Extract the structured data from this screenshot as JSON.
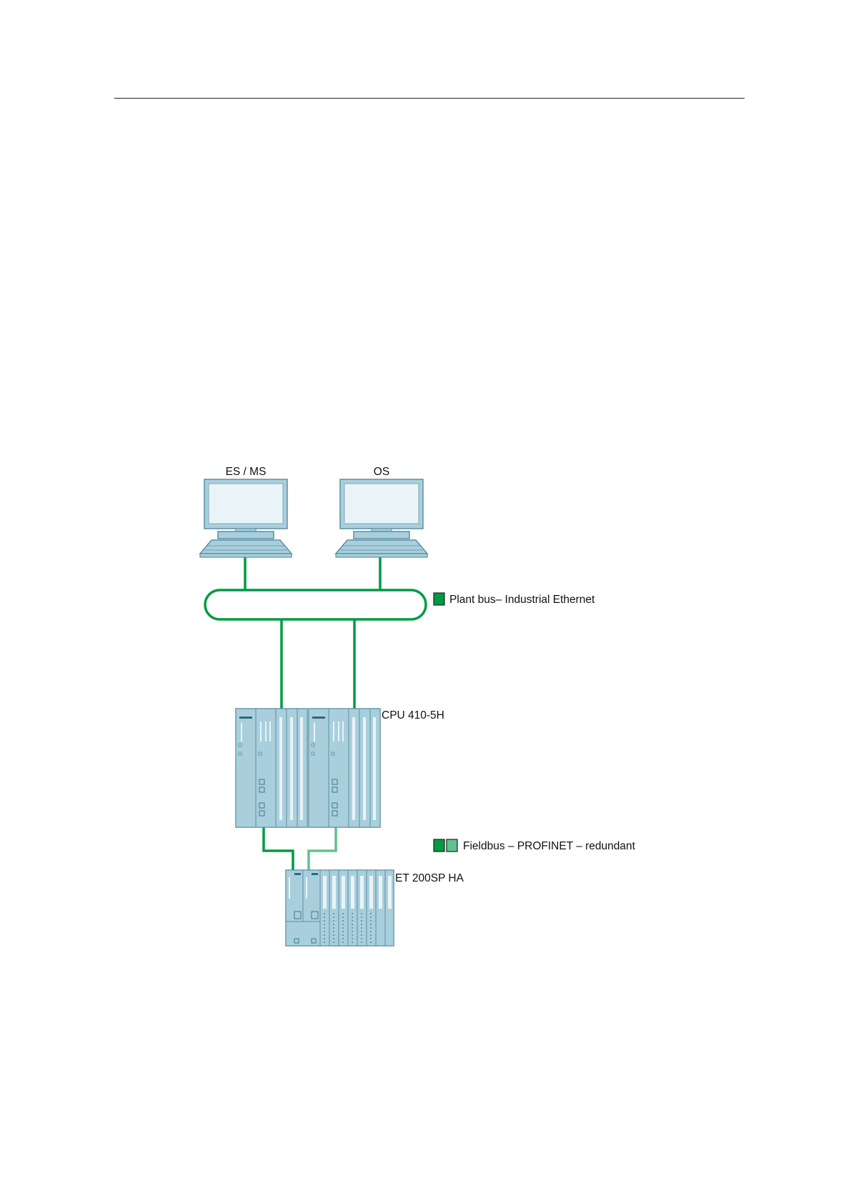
{
  "diagram": {
    "labels": {
      "es_ms": "ES / MS",
      "os": "OS",
      "plant_bus": "Plant bus– Industrial Ethernet",
      "cpu": "CPU 410-5H",
      "fieldbus": "Fieldbus – PROFINET – redundant",
      "et200": "ET 200SP HA"
    },
    "colors": {
      "bus_dark": "#009a44",
      "bus_light": "#5fc28f",
      "device_fill": "#a9cfdc",
      "device_stroke": "#5b8fa3",
      "screen_fill": "#eaf3f8",
      "background": "#ffffff",
      "text": "#111111"
    },
    "icons": {
      "workstation": "computer-workstation-icon",
      "cpu_rack": "plc-cpu-rack-icon",
      "io_station": "et200sp-io-station-icon"
    }
  }
}
